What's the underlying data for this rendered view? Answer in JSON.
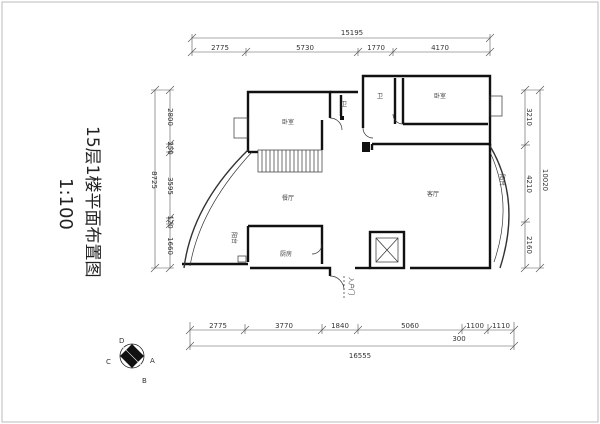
{
  "title": "15层1楼平面布置图",
  "scale": "1:100",
  "dims_top_total": "15195",
  "dims_top": [
    "2775",
    "5730",
    "1770",
    "4170"
  ],
  "dims_bottom": [
    "2775",
    "3770",
    "1840",
    "5060",
    "1100",
    "1110"
  ],
  "dim_bottom_small": "300",
  "dims_bottom_total": "16555",
  "dims_left": [
    "2800",
    "250",
    "3595",
    "120",
    "1660"
  ],
  "dim_left_total": "8725",
  "dims_right": [
    "3210",
    "4210",
    "2160"
  ],
  "dim_right_total": "10020",
  "rooms": {
    "bedroom1": "卧室",
    "bedroom2": "卧室",
    "bath1": "卫",
    "bath2": "卫",
    "restaurant": "餐厅",
    "living": "客厅",
    "balcony1": "阳台",
    "balcony2": "阳台",
    "kitchen": "厨房",
    "entry": "入户门"
  },
  "compass": [
    "A",
    "B",
    "C",
    "D"
  ]
}
